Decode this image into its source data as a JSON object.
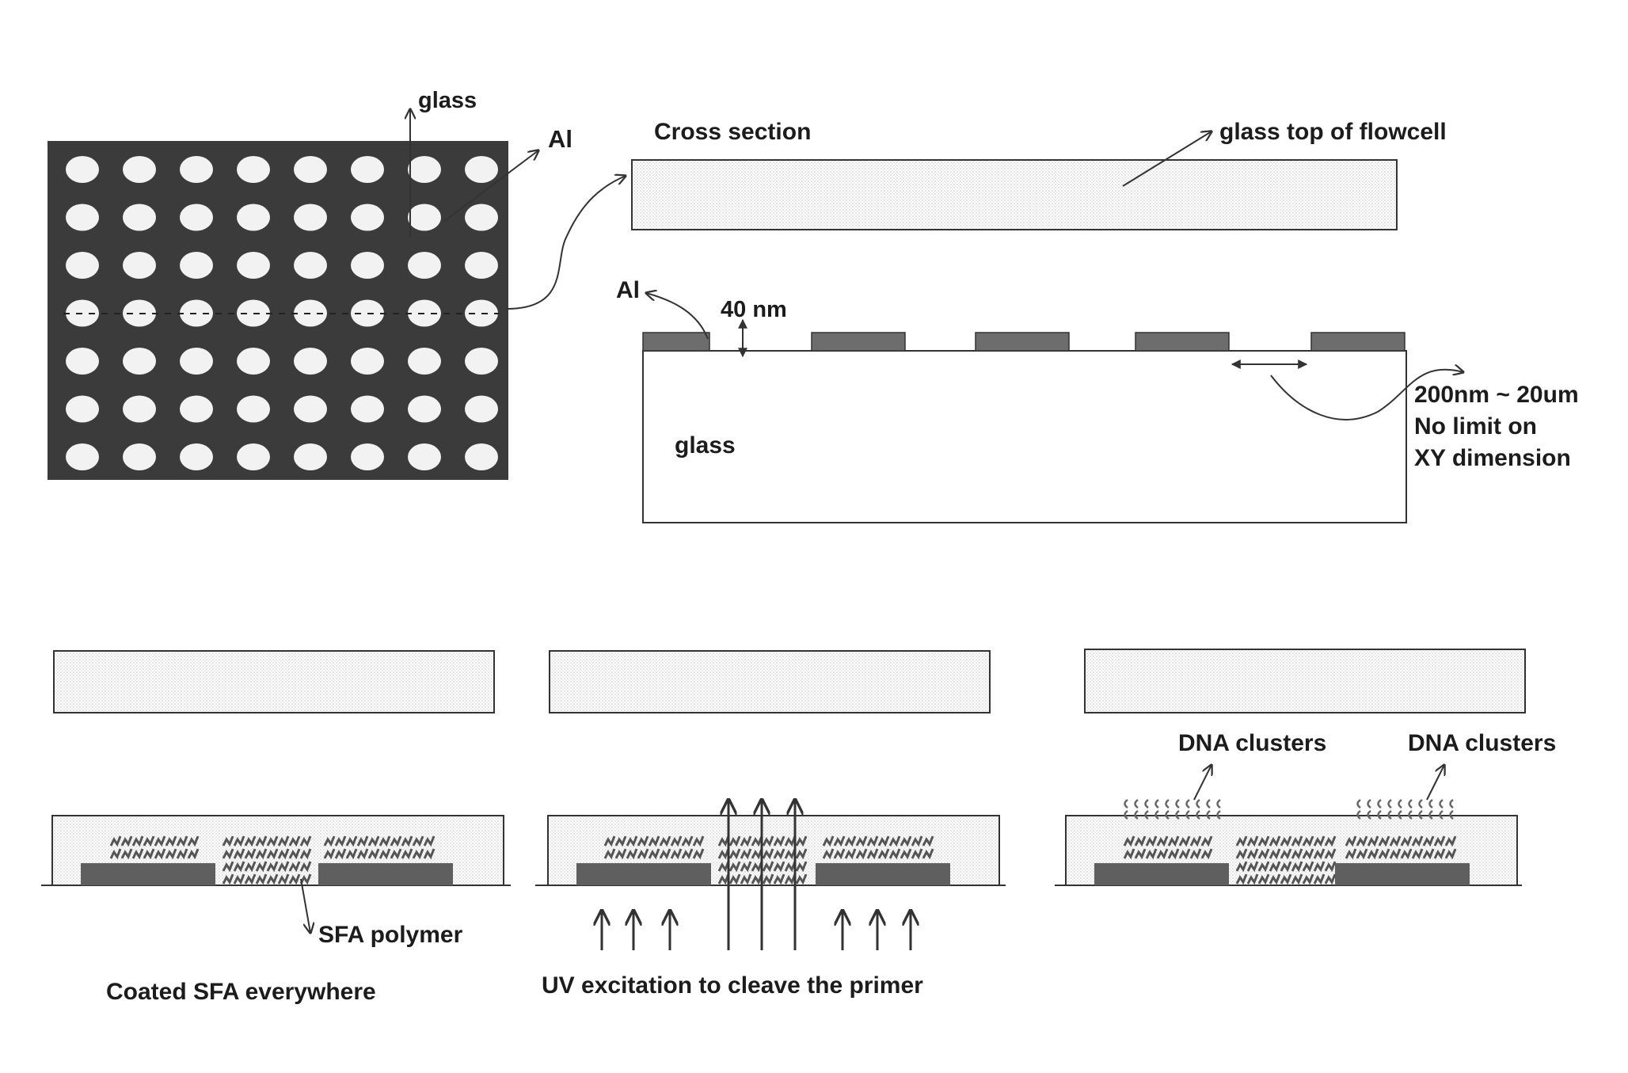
{
  "labels": {
    "glass_top": "glass",
    "al_top": "Al",
    "cross_section": "Cross section",
    "glass_flowcell": "glass top of flowcell",
    "al_left": "Al",
    "thickness": "40 nm",
    "spacing_line1": "200nm ~ 20um",
    "spacing_line2": "No limit on",
    "spacing_line3": "XY dimension",
    "glass_substrate": "glass",
    "sfa_polymer": "SFA polymer",
    "coated": "Coated SFA everywhere",
    "uv": "UV excitation to cleave the primer",
    "dna1": "DNA clusters",
    "dna2": "DNA clusters"
  },
  "colors": {
    "background": "#ffffff",
    "dark_metal": "#3b3b3b",
    "hole": "#f2f2f2",
    "glass_fill": "#c9c9c9",
    "al_pad": "#6d6d6d",
    "polymer": "#5a5a5a",
    "outline": "#333333"
  },
  "icons": [
    "arrow-icon",
    "double-arrow-icon",
    "polymer-glyph",
    "dna-cluster-glyph"
  ]
}
